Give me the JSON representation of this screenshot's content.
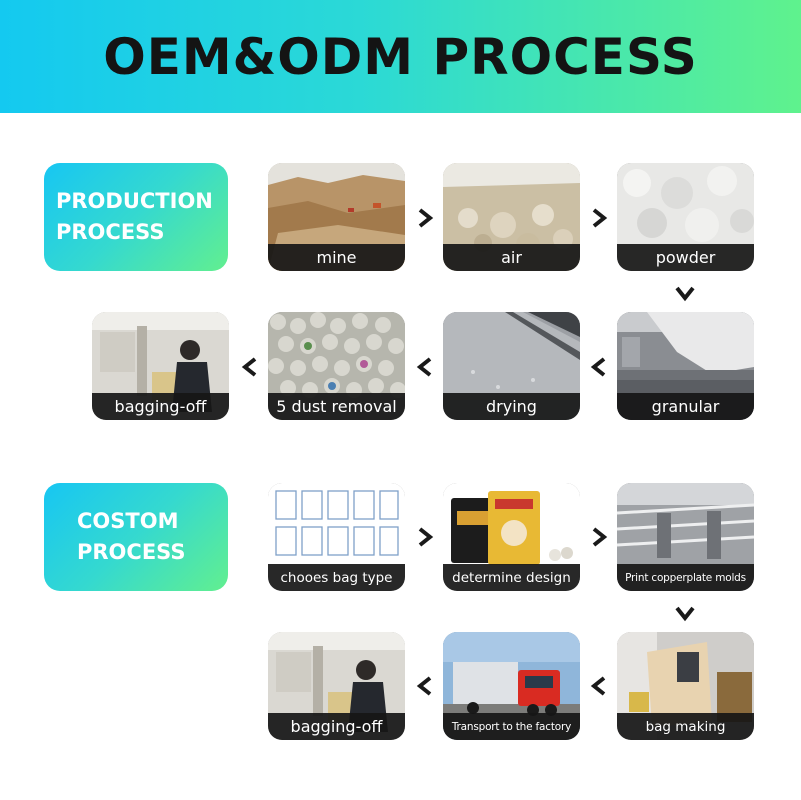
{
  "header": {
    "title": "OEM&ODM PROCESS"
  },
  "production": {
    "badge_line1": "PRODUCTION",
    "badge_line2": "PROCESS",
    "steps": [
      {
        "label": "mine"
      },
      {
        "label": "air"
      },
      {
        "label": "powder"
      },
      {
        "label": "granular"
      },
      {
        "label": "drying"
      },
      {
        "label": "5 dust removal"
      },
      {
        "label": "bagging-off"
      }
    ]
  },
  "custom": {
    "badge_line1": "COSTOM",
    "badge_line2": "PROCESS",
    "steps": [
      {
        "label": "chooes bag type"
      },
      {
        "label": "determine design"
      },
      {
        "label": "Print copperplate molds"
      },
      {
        "label": "bag making"
      },
      {
        "label": "Transport to the factory"
      },
      {
        "label": "bagging-off"
      }
    ]
  },
  "colors": {
    "gradient_start": "#14c9f0",
    "gradient_end": "#5ff28d",
    "caption_bg": "#161616",
    "arrow": "#1a1a1a"
  },
  "icons": {
    "arrow_right": "chevron-right-icon",
    "arrow_left": "chevron-left-icon",
    "arrow_down": "chevron-down-icon"
  }
}
